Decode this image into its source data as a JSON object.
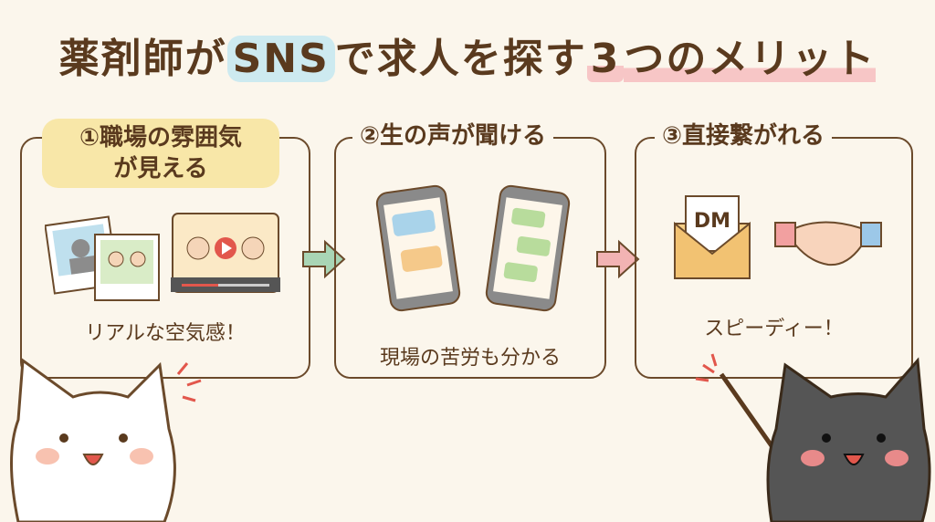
{
  "title": {
    "part1": "薬剤師が",
    "sns": "SNS",
    "part2": "で求人を探す",
    "three": "3",
    "part3": "つのメリット"
  },
  "panels": [
    {
      "heading_line1": "①職場の雰囲気",
      "heading_line2": "が見える",
      "caption": "リアルな空気感！"
    },
    {
      "heading": "②生の声が聞ける",
      "caption": "現場の苦労も分かる"
    },
    {
      "heading": "③直接繋がれる",
      "envelope_label": "DM",
      "caption": "スピーディー！"
    }
  ],
  "colors": {
    "text": "#5a3a1e",
    "sns_highlight": "#cdeaf0",
    "pink": "#f7c6c6",
    "yellow": "#f8e7a8",
    "arrow_green": "#a9d5b5",
    "arrow_pink": "#f2b3b3"
  }
}
